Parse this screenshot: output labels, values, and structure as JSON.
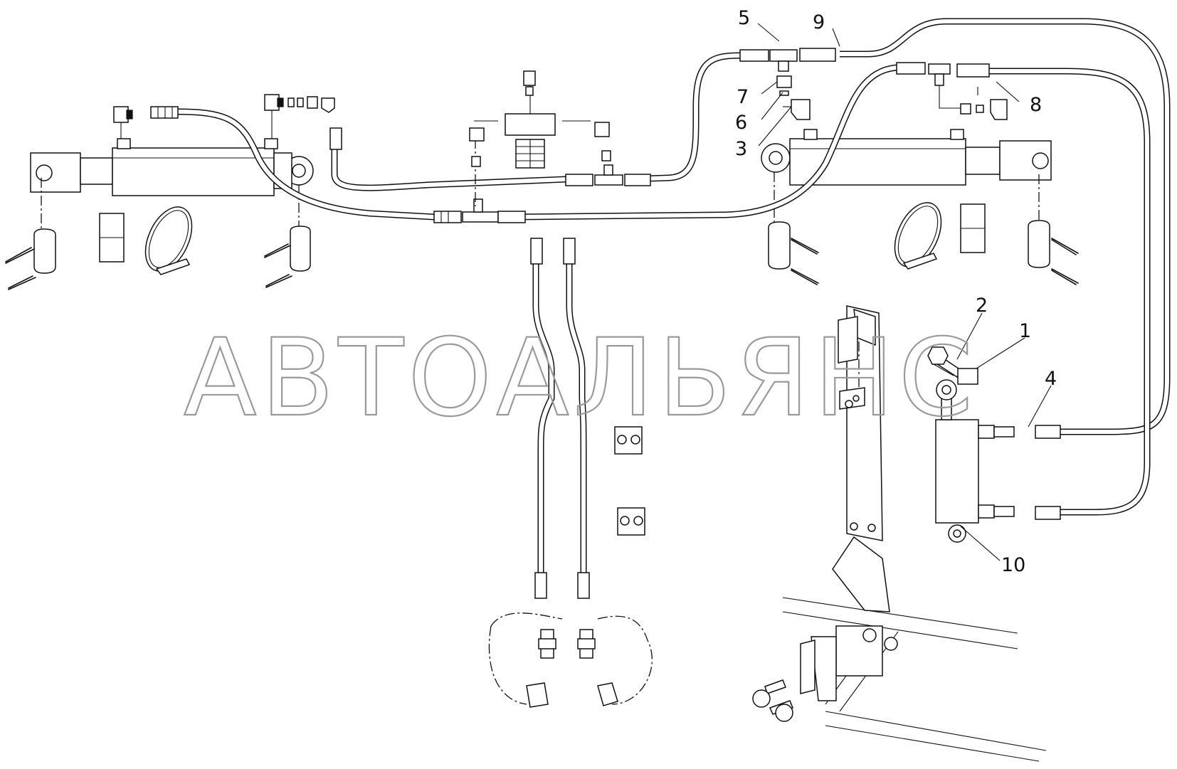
{
  "diagram": {
    "watermark": "АВТОАЛЬЯНС",
    "callouts": [
      {
        "id": "1",
        "label": "1"
      },
      {
        "id": "2",
        "label": "2"
      },
      {
        "id": "3",
        "label": "3"
      },
      {
        "id": "4",
        "label": "4"
      },
      {
        "id": "5",
        "label": "5"
      },
      {
        "id": "6",
        "label": "6"
      },
      {
        "id": "7",
        "label": "7"
      },
      {
        "id": "8",
        "label": "8"
      },
      {
        "id": "9",
        "label": "9"
      },
      {
        "id": "10",
        "label": "10"
      }
    ]
  }
}
